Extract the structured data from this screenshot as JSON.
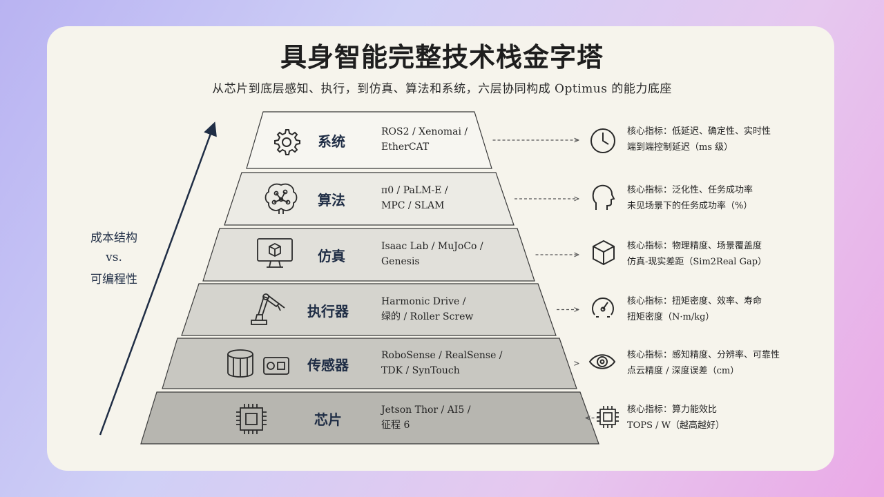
{
  "title": "具身智能完整技术栈金字塔",
  "subtitle": "从芯片到底层感知、执行，到仿真、算法和系统，六层协同构成 Optimus 的能力底座",
  "side_label": {
    "line1": "成本结构",
    "line2": "vs.",
    "line3": "可编程性"
  },
  "layers": [
    {
      "name": "系统",
      "tech1": "ROS2 / Xenomai /",
      "tech2": "EtherCAT",
      "metric1": "核心指标：低延迟、确定性、实时性",
      "metric2": "端到端控制延迟（ms 级）",
      "icon": "gear-icon",
      "metric_icon": "clock-icon",
      "fill": "#f7f6f1"
    },
    {
      "name": "算法",
      "tech1": "π0 / PaLM-E /",
      "tech2": "MPC / SLAM",
      "metric1": "核心指标：泛化性、任务成功率",
      "metric2": "未见场景下的任务成功率（%）",
      "icon": "brain-icon",
      "metric_icon": "human-head-icon",
      "fill": "#ecebe5"
    },
    {
      "name": "仿真",
      "tech1": "Isaac Lab / MuJoCo /",
      "tech2": "Genesis",
      "metric1": "核心指标：物理精度、场景覆盖度",
      "metric2": "仿真-现实差距（Sim2Real Gap）",
      "icon": "monitor-cube-icon",
      "metric_icon": "cube-icon",
      "fill": "#e1e0da"
    },
    {
      "name": "执行器",
      "tech1": "Harmonic Drive /",
      "tech2": "绿的 / Roller Screw",
      "metric1": "核心指标：扭矩密度、效率、寿命",
      "metric2": "扭矩密度（N·m/kg）",
      "icon": "robot-arm-icon",
      "metric_icon": "gauge-icon",
      "fill": "#d5d4ce"
    },
    {
      "name": "传感器",
      "tech1": "RoboSense / RealSense /",
      "tech2": "TDK / SynTouch",
      "metric1": "核心指标：感知精度、分辨率、可靠性",
      "metric2": "点云精度 / 深度误差（cm）",
      "icon": "lidar-camera-icon",
      "metric_icon": "eye-icon",
      "fill": "#c8c7c1"
    },
    {
      "name": "芯片",
      "tech1": "Jetson Thor / AI5 /",
      "tech2": "征程 6",
      "metric1": "核心指标：算力能效比",
      "metric2": "TOPS / W（越高越好）",
      "icon": "chip-icon",
      "metric_icon": "chip-icon",
      "fill": "#b7b6b0"
    }
  ]
}
